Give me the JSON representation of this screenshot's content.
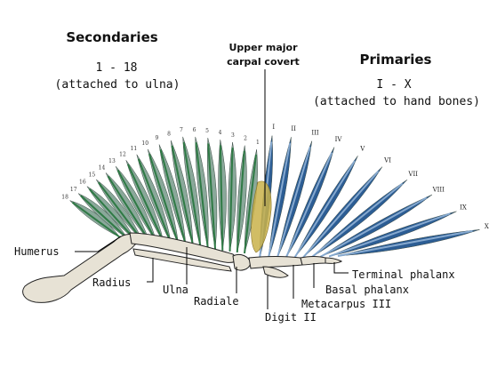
{
  "headings": {
    "secondaries": {
      "title": "Secondaries",
      "range": "1 - 18",
      "note": "(attached to ulna)",
      "color": "#1f5e3a"
    },
    "primaries": {
      "title": "Primaries",
      "range": "I - X",
      "note": "(attached to hand bones)",
      "color": "#1e4e8c"
    },
    "covert": {
      "line1": "Upper major",
      "line2": "carpal covert"
    }
  },
  "bone_labels": {
    "humerus": "Humerus",
    "radius": "Radius",
    "ulna": "Ulna",
    "radiale": "Radiale",
    "digit_ii": "Digit II",
    "metacarpus_iii": "Metacarpus III",
    "basal_phalanx": "Basal phalanx",
    "terminal_phalanx": "Terminal phalanx"
  },
  "secondary_numbers": [
    "1",
    "2",
    "3",
    "4",
    "5",
    "6",
    "7",
    "8",
    "9",
    "10",
    "11",
    "12",
    "13",
    "14",
    "15",
    "16",
    "17",
    "18"
  ],
  "primary_numerals": [
    "I",
    "II",
    "III",
    "IV",
    "V",
    "VI",
    "VII",
    "VIII",
    "IX",
    "X"
  ],
  "colors": {
    "secondary_feather": "#8aa89a",
    "secondary_shaft": "#2f7a45",
    "primary_feather": "#2c5d94",
    "primary_shaft": "#86a9cf",
    "covert": "#c9b24a",
    "bone": "#e7e2d5"
  }
}
